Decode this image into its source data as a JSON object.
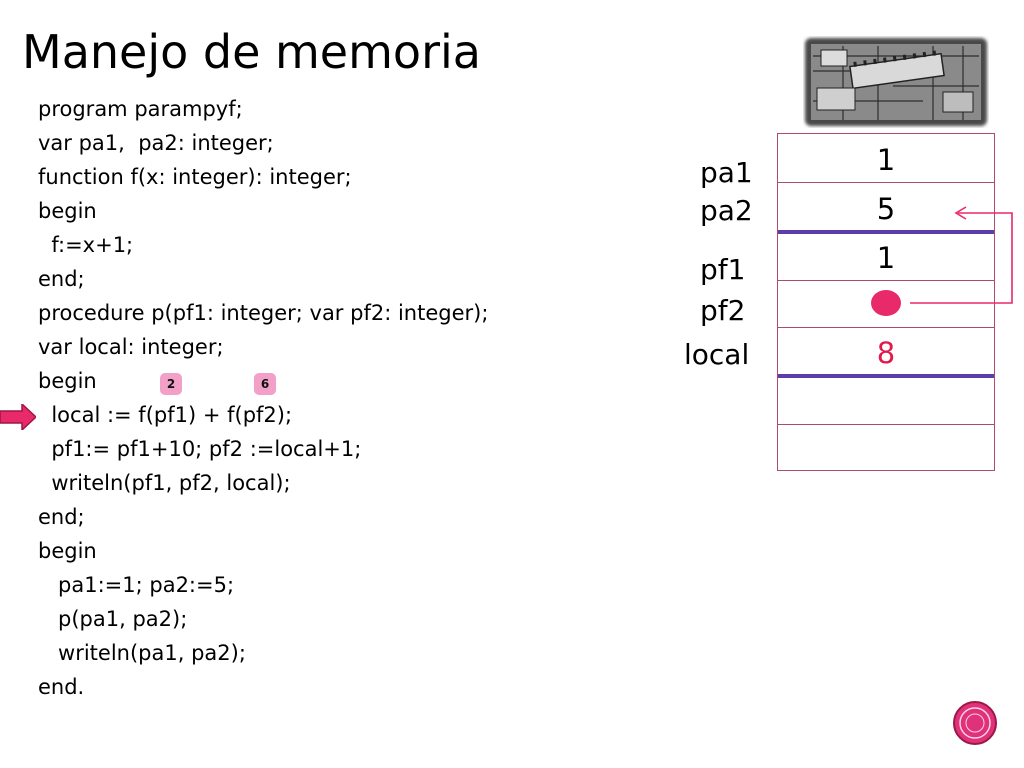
{
  "slide": {
    "title": "Manejo de memoria"
  },
  "code_lines": [
    "program parampyf;",
    "var pa1,  pa2: integer;",
    "function f(x: integer): integer;",
    "begin",
    "  f:=x+1;",
    "end;",
    "procedure p(pf1: integer; var pf2: integer);",
    "var local: integer;",
    "begin",
    "  local := f(pf1) + f(pf2);",
    "  pf1:= pf1+10; pf2 :=local+1;",
    "  writeln(pf1, pf2, local);",
    "end;",
    "begin",
    "   pa1:=1; pa2:=5;",
    "   p(pa1, pa2);",
    "   writeln(pa1, pa2);",
    "end."
  ],
  "call_markers": [
    "2",
    "6"
  ],
  "memory": {
    "labels": {
      "pa1": "pa1",
      "pa2": "pa2",
      "pf1": "pf1",
      "pf2": "pf2",
      "local": "local"
    },
    "values": {
      "pa1": "1",
      "pa2": "5",
      "pf1": "1",
      "local": "8"
    },
    "colors": {
      "border": "#b04a6a",
      "frame_separator": "#5b3fa8",
      "highlight": "#e11a4b",
      "pointer": "#e8296a"
    }
  },
  "icons": {
    "current_line_pointer": "arrow-right-icon",
    "reference": "reference-arrow-icon",
    "image": "memory-chip-photo",
    "nav": "nav-circle-icon"
  }
}
